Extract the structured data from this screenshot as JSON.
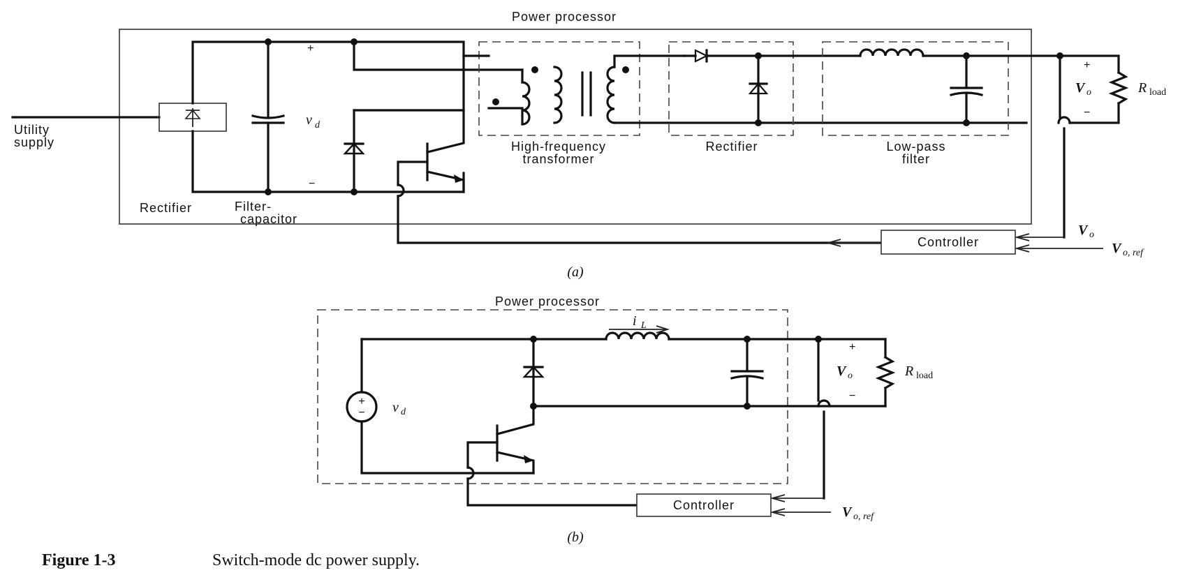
{
  "diagram_a": {
    "power_processor_label": "Power processor",
    "utility_supply_line1": "Utility",
    "utility_supply_line2": "supply",
    "rectifier_label": "Rectifier",
    "filter_capacitor_line1": "Filter-",
    "filter_capacitor_line2": "capacitor",
    "vd_label": "v",
    "vd_sub": "d",
    "plus": "+",
    "minus": "−",
    "hf_transformer_line1": "High-frequency",
    "hf_transformer_line2": "transformer",
    "rectifier2_label": "Rectifier",
    "lowpass_line1": "Low-pass",
    "lowpass_line2": "filter",
    "vo_label": "V",
    "vo_sub": "o",
    "rload_label": "R",
    "rload_sub": "load",
    "controller_label": "Controller",
    "vo_in_label": "V",
    "vo_in_sub": "o",
    "voref_label": "V",
    "voref_sub": "o, ref",
    "panel_label": "(a)"
  },
  "diagram_b": {
    "power_processor_label": "Power processor",
    "il_label": "i",
    "il_sub": "L",
    "vd_label": "v",
    "vd_sub": "d",
    "vo_label": "V",
    "vo_sub": "o",
    "plus": "+",
    "minus": "−",
    "rload_label": "R",
    "rload_sub": "load",
    "controller_label": "Controller",
    "voref_label": "V",
    "voref_sub": "o, ref",
    "panel_label": "(b)"
  },
  "caption": {
    "number": "Figure 1-3",
    "text": "Switch-mode dc power supply."
  }
}
